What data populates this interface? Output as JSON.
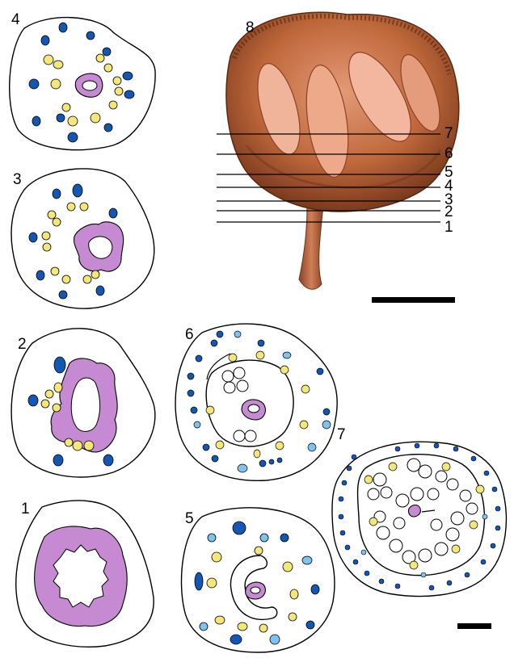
{
  "figure": {
    "panel_labels": [
      "1",
      "2",
      "3",
      "4",
      "5",
      "6",
      "7",
      "8"
    ],
    "section_line_labels": [
      "7",
      "6",
      "5",
      "4",
      "3",
      "2",
      "1"
    ],
    "colors": {
      "dark_bundle": "#1457b3",
      "light_bundle": "#7ec3ef",
      "yellow_bundle": "#f4e77a",
      "pith": "#c58ad1",
      "photo_body": "#c0683c",
      "photo_shadow": "#7a3a1c",
      "scale_bar": "#000000"
    }
  }
}
